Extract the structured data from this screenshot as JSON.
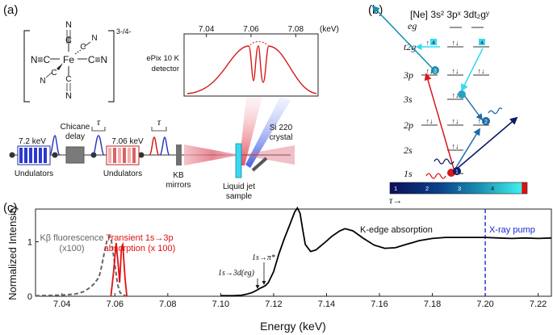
{
  "panel_labels": {
    "a": "(a)",
    "b": "(b)",
    "c": "(c)"
  },
  "molecule": {
    "charge": "3-/4-",
    "center": "Fe",
    "ligand_N": "N",
    "ligand_C": "C",
    "left_ligand": "N≡C",
    "right_ligand": "C≡N"
  },
  "spectrometer_inset": {
    "ticks": [
      "7.04",
      "7.06",
      "7.08"
    ],
    "unit": "(keV)",
    "detector_label_1": "ePix 10 K",
    "detector_label_2": "detector"
  },
  "setup": {
    "tau": "τ",
    "energy_1": "7.2 keV",
    "energy_2": "7.06 keV",
    "undulators_1": "Undulators",
    "undulators_2": "Undulators",
    "chicane_1": "Chicane",
    "chicane_2": "delay",
    "kb_1": "KB",
    "kb_2": "mirrors",
    "jet_1": "Liquid jet",
    "jet_2": "sample",
    "crystal_1": "Si 220",
    "crystal_2": "crystal"
  },
  "level_diagram": {
    "header": "[Ne] 3s² 3pˣ 3dt₂gʸ",
    "levels": [
      "eg",
      "t2g",
      "3p",
      "3s",
      "2p",
      "2s",
      "1s"
    ],
    "colorbar_ticks": [
      "1",
      "2",
      "3",
      "4"
    ],
    "tau_arrow": "τ→",
    "markers": [
      "1",
      "2",
      "3",
      "4"
    ]
  },
  "chart_data": {
    "type": "line",
    "xlabel": "Energy (keV)",
    "ylabel": "Normalized Intensity",
    "xlim": [
      7.03,
      7.225
    ],
    "ylim": [
      0,
      1.6
    ],
    "xticks": [
      "7.04",
      "7.06",
      "7.08",
      "7.10",
      "7.12",
      "7.14",
      "7.16",
      "7.18",
      "7.20",
      "7.22"
    ],
    "yticks": [
      "0",
      "1"
    ],
    "series": [
      {
        "name": "Kβ fluorescence (x100)",
        "color": "#666666",
        "style": "dashed",
        "points": [
          [
            7.03,
            0.01
          ],
          [
            7.04,
            0.02
          ],
          [
            7.045,
            0.04
          ],
          [
            7.048,
            0.08
          ],
          [
            7.05,
            0.14
          ],
          [
            7.052,
            0.22
          ],
          [
            7.054,
            0.35
          ],
          [
            7.055,
            0.55
          ],
          [
            7.056,
            0.8
          ],
          [
            7.057,
            1.02
          ],
          [
            7.058,
            1.1
          ],
          [
            7.0585,
            1.08
          ],
          [
            7.059,
            0.92
          ],
          [
            7.06,
            0.58
          ],
          [
            7.061,
            0.22
          ],
          [
            7.062,
            0.06
          ],
          [
            7.064,
            0.01
          ]
        ]
      },
      {
        "name": "Transient 1s→3p absorption (x 100)",
        "color": "#e01010",
        "style": "solid",
        "points": [
          [
            7.0585,
            0.0
          ],
          [
            7.0595,
            0.45
          ],
          [
            7.0605,
            0.98
          ],
          [
            7.0613,
            0.55
          ],
          [
            7.0618,
            0.25
          ],
          [
            7.0625,
            0.9
          ],
          [
            7.063,
            0.95
          ],
          [
            7.0638,
            0.35
          ],
          [
            7.0645,
            0.0
          ]
        ]
      },
      {
        "name": "K-edge absorption",
        "color": "#000000",
        "style": "solid",
        "points": [
          [
            7.1,
            0.01
          ],
          [
            7.105,
            0.01
          ],
          [
            7.108,
            0.02
          ],
          [
            7.11,
            0.04
          ],
          [
            7.112,
            0.07
          ],
          [
            7.114,
            0.12
          ],
          [
            7.115,
            0.15
          ],
          [
            7.116,
            0.17
          ],
          [
            7.117,
            0.2
          ],
          [
            7.118,
            0.25
          ],
          [
            7.12,
            0.45
          ],
          [
            7.122,
            0.78
          ],
          [
            7.124,
            1.05
          ],
          [
            7.126,
            1.3
          ],
          [
            7.128,
            1.55
          ],
          [
            7.129,
            1.62
          ],
          [
            7.13,
            1.52
          ],
          [
            7.131,
            1.22
          ],
          [
            7.132,
            0.95
          ],
          [
            7.134,
            0.82
          ],
          [
            7.136,
            0.85
          ],
          [
            7.139,
            0.97
          ],
          [
            7.142,
            1.1
          ],
          [
            7.145,
            1.2
          ],
          [
            7.147,
            1.24
          ],
          [
            7.15,
            1.2
          ],
          [
            7.154,
            1.06
          ],
          [
            7.158,
            0.94
          ],
          [
            7.162,
            0.88
          ],
          [
            7.166,
            0.89
          ],
          [
            7.17,
            0.95
          ],
          [
            7.175,
            1.02
          ],
          [
            7.18,
            1.06
          ],
          [
            7.185,
            1.08
          ],
          [
            7.19,
            1.08
          ],
          [
            7.195,
            1.08
          ],
          [
            7.2,
            1.08
          ],
          [
            7.205,
            1.07
          ],
          [
            7.21,
            1.06
          ],
          [
            7.215,
            1.07
          ],
          [
            7.22,
            1.06
          ],
          [
            7.225,
            1.07
          ]
        ]
      }
    ],
    "annotations": {
      "kbeta_1": "Kβ fluorescence",
      "kbeta_2": "(x100)",
      "transient_1": "Transient 1s→3p",
      "transient_2": "absorption (x 100)",
      "kedge": "K-edge absorption",
      "pump": "X-ray pump",
      "pump_energy": 7.2,
      "pre1": "1s→3d(eg)",
      "pre2": "1s→π*"
    }
  }
}
